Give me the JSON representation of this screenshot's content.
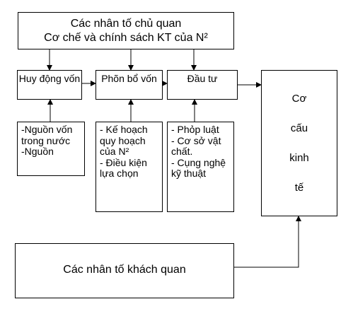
{
  "top": {
    "line1": "Các nhân tố chủ quan",
    "line2": "Cơ chế và chính sách KT của N²"
  },
  "middle": {
    "mobilize": "Huy động vốn",
    "allocate": "Phõn bổ vốn",
    "invest": "Đầu tư"
  },
  "details": {
    "mobilize": "-Nguồn vốn trong nước\n-Nguồn",
    "allocate": "- Kế hoạch quy hoạch của N²\n- Điều kiện lựa chọn",
    "invest": "- Phỏp luật\n- Cơ sở vật chất.\n- Cụng nghệ kỹ thuật"
  },
  "structure": {
    "words": [
      "Cơ",
      "cấu",
      "kinh",
      "tế"
    ]
  },
  "bottom": {
    "label": "Các nhân tố khách quan"
  }
}
